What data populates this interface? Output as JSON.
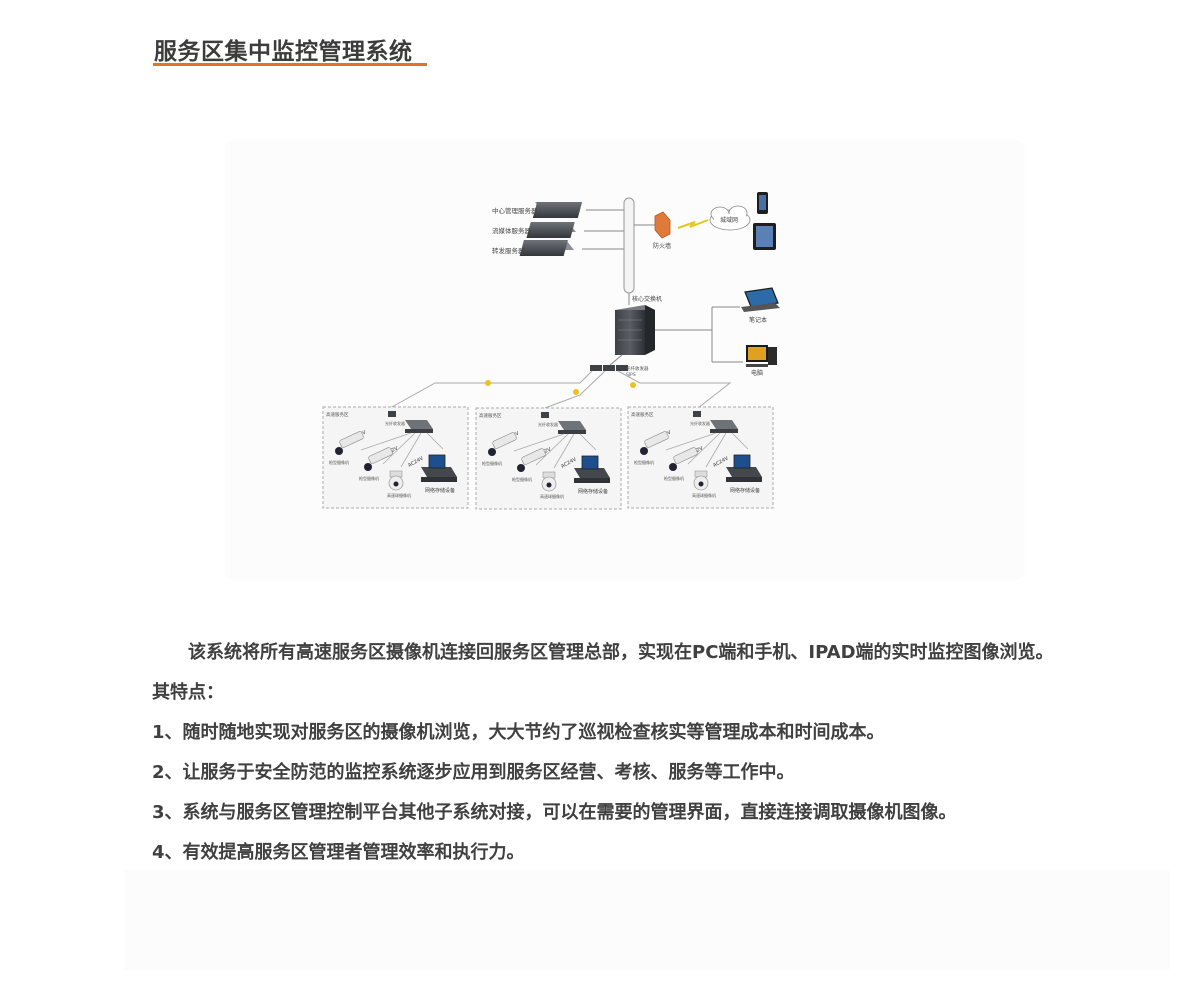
{
  "page": {
    "title": "服务区集中监控管理系统"
  },
  "diagram": {
    "servers": [
      "中心管理服务器",
      "流媒体服务器",
      "转发服务器"
    ],
    "firewall": "防火墙",
    "cloud": "城域网",
    "core_switch": "核心交换机",
    "laptop": "笔记本",
    "pc": "电脑",
    "uplink_note": "光纤收发器",
    "area_label": "高速服务区",
    "fiber_label": "光纤收发器",
    "power_labels": [
      "DC12V",
      "DC12V",
      "AC24V"
    ],
    "gun_camera": "枪型摄像机",
    "dome_camera": "高速球摄像机",
    "nvr": "网络存储设备"
  },
  "content": {
    "intro": "该系统将所有高速服务区摄像机连接回服务区管理总部，实现在PC端和手机、IPAD端的实时监控图像浏览。",
    "features_heading": "其特点：",
    "items": [
      "1、随时随地实现对服务区的摄像机浏览，大大节约了巡视检查核实等管理成本和时间成本。",
      "2、让服务于安全防范的监控系统逐步应用到服务区经营、考核、服务等工作中。",
      "3、系统与服务区管理控制平台其他子系统对接，可以在需要的管理界面，直接连接调取摄像机图像。",
      "4、有效提高服务区管理者管理效率和执行力。"
    ]
  }
}
